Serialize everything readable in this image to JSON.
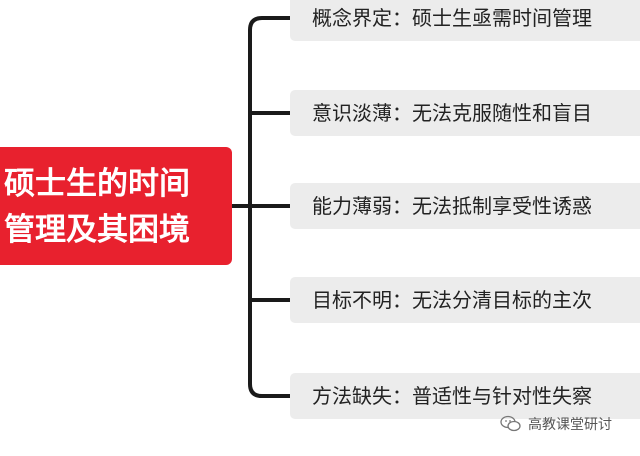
{
  "root": {
    "line1": "硕士生的时间",
    "line2": "管理及其困境"
  },
  "branches": [
    "概念界定：硕士生亟需时间管理",
    "意识淡薄：无法克服随性和盲目",
    "能力薄弱：无法抵制享受性诱惑",
    "目标不明：无法分清目标的主次",
    "方法缺失：普适性与针对性失察"
  ],
  "watermark": {
    "text": "高教课堂研讨",
    "icon": "wechat-icon"
  },
  "colors": {
    "root_fill": "#e8212e",
    "branch_fill": "#ececec",
    "connector": "#1a1a1a"
  }
}
